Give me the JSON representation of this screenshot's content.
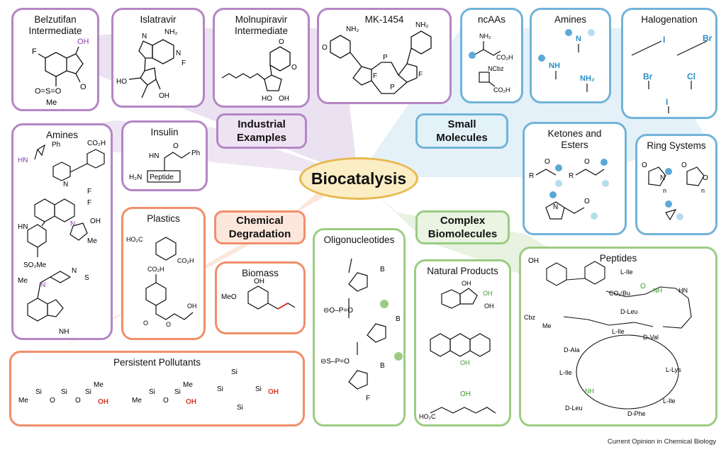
{
  "center": "Biocatalysis",
  "categories": {
    "industrial": [
      "Industrial",
      "Examples"
    ],
    "small": [
      "Small",
      "Molecules"
    ],
    "degradation": [
      "Chemical",
      "Degradation"
    ],
    "complex": [
      "Complex",
      "Biomolecules"
    ]
  },
  "boxes": {
    "belzutifan": [
      "Belzutifan",
      "Intermediate"
    ],
    "islatravir": "Islatravir",
    "molnupiravir": [
      "Molnupiravir",
      "Intermediate"
    ],
    "mk1454": "MK-1454",
    "ncaas": "ncAAs",
    "sm_amines": "Amines",
    "halogenation": "Halogenation",
    "ind_amines": "Amines",
    "insulin": "Insulin",
    "ketones": [
      "Ketones and",
      "Esters"
    ],
    "rings": "Ring Systems",
    "plastics": "Plastics",
    "biomass": "Biomass",
    "oligo": "Oligonucleotides",
    "natural": "Natural Products",
    "peptides": "Peptides",
    "pollutants": "Persistent Pollutants"
  },
  "credit": "Current Opinion in Chemical Biology",
  "colors": {
    "purple": "#b486c5",
    "blue": "#72b3d8",
    "orange": "#f08f6a",
    "green": "#9ccc83",
    "center": "#e8b850",
    "highlight_purple": "#8a3fa8",
    "highlight_blue": "#2a8fc6",
    "highlight_red": "#d63b2a",
    "highlight_green": "#3b9a2c"
  }
}
